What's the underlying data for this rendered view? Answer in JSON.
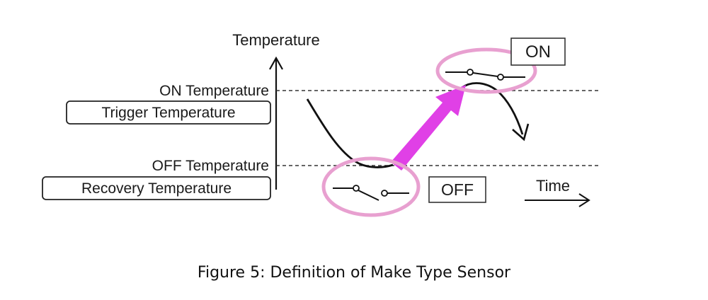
{
  "axis": {
    "y_label": "Temperature",
    "x_label": "Time"
  },
  "thresholds": {
    "on_label": "ON Temperature",
    "off_label": "OFF Temperature"
  },
  "boxed_labels": {
    "trigger": "Trigger Temperature",
    "recovery": "Recovery Temperature"
  },
  "states": {
    "on": "ON",
    "off": "OFF"
  },
  "caption": "Figure 5: Definition of Make Type Sensor",
  "colors": {
    "highlight_ring": "#e8a0d0",
    "transition_arrow": "#e040e6",
    "line": "#111111"
  },
  "icons": {
    "on_state": "switch-closed-icon",
    "off_state": "switch-open-icon"
  }
}
